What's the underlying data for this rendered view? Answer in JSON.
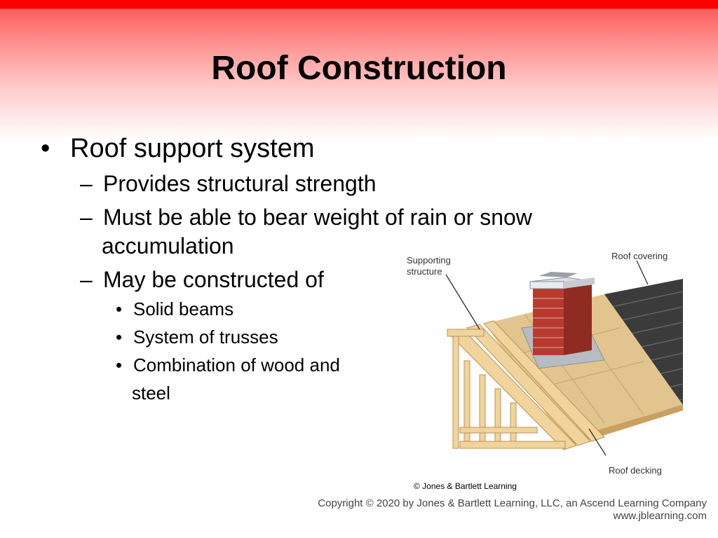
{
  "slide": {
    "title": "Roof Construction",
    "bullet1": "Roof support system",
    "sub1": "Provides structural strength",
    "sub2_line1": "Must be able to bear weight of rain or snow",
    "sub2_line2": "accumulation",
    "sub3": "May be constructed of",
    "subsub1": "Solid beams",
    "subsub2": "System of trusses",
    "subsub3_line1": "Combination of wood and",
    "subsub3_line2": "steel"
  },
  "figure": {
    "label_supporting_line1": "Supporting",
    "label_supporting_line2": "structure",
    "label_covering": "Roof covering",
    "label_decking": "Roof decking",
    "credit": "© Jones & Bartlett Learning"
  },
  "footer": {
    "copyright_line1": "Copyright © 2020 by Jones & Bartlett Learning, LLC, an Ascend Learning Company",
    "copyright_line2": "www.jblearning.com"
  },
  "colors": {
    "top_bar": "#ff0000",
    "brick": "#b83a2e",
    "shingle": "#3c3c3c",
    "decking": "#e2c48e",
    "lumber": "#f0d49b"
  }
}
